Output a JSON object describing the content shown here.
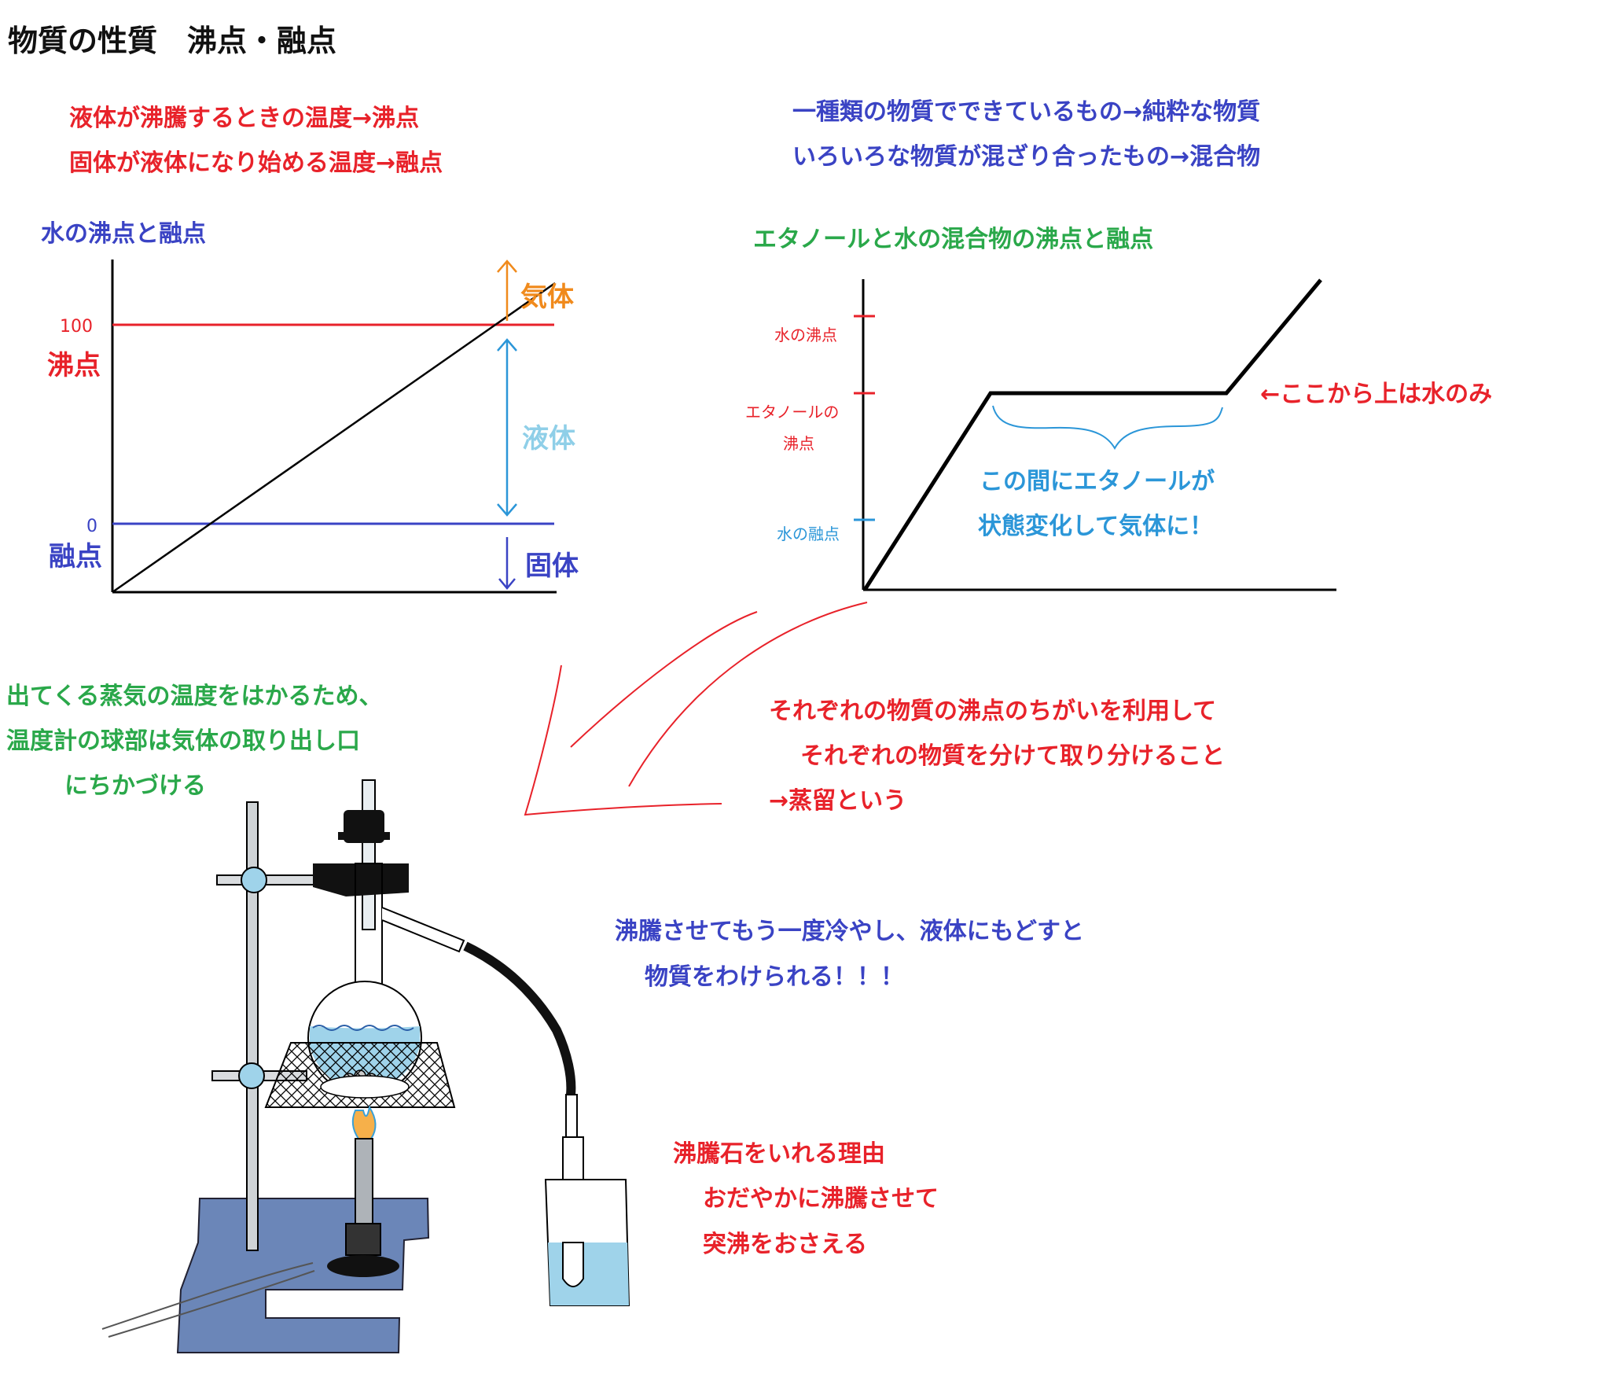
{
  "title": "物質の性質　沸点・融点",
  "definitions_left": [
    "液体が沸騰するときの温度→沸点",
    "固体が液体になり始める温度→融点"
  ],
  "definitions_right": [
    "一種類の物質でできているもの→純粋な物質",
    "いろいろな物質が混ざり合ったもの→混合物"
  ],
  "water_chart": {
    "title": "水の沸点と融点",
    "ticks": [
      "100",
      "0"
    ],
    "boiling_label": "沸点",
    "melting_label": "融点",
    "state_gas": "気体",
    "state_liquid": "液体",
    "state_solid": "固体",
    "colors": {
      "boiling": "#e8222a",
      "melting": "#3a43c4",
      "gas": "#f08a1c",
      "liquid": "#8fcfe8",
      "solid": "#3a43c4"
    }
  },
  "mixture_chart": {
    "title": "エタノールと水の混合物の沸点と融点",
    "tick_water_boiling": "水の沸点",
    "tick_ethanol_boiling_1": "エタノールの",
    "tick_ethanol_boiling_2": "沸点",
    "tick_water_melting": "水の融点",
    "annotation_right": "←ここから上は水のみ",
    "annotation_middle": [
      "この間にエタノールが",
      "状態変化して気体に！"
    ]
  },
  "thermometer_note": [
    "出てくる蒸気の温度をはかるため、",
    "温度計の球部は気体の取り出し口",
    "にちかづける"
  ],
  "distillation_note": [
    "それぞれの物質の沸点のちがいを利用して",
    "それぞれの物質を分けて取り分けること",
    "→蒸留という"
  ],
  "cooling_note": [
    "沸騰させてもう一度冷やし、液体にもどすと",
    "物質をわけられる！！！"
  ],
  "boiling_stone_note": [
    "沸騰石をいれる理由",
    "おだやかに沸騰させて",
    "突沸をおさえる"
  ]
}
